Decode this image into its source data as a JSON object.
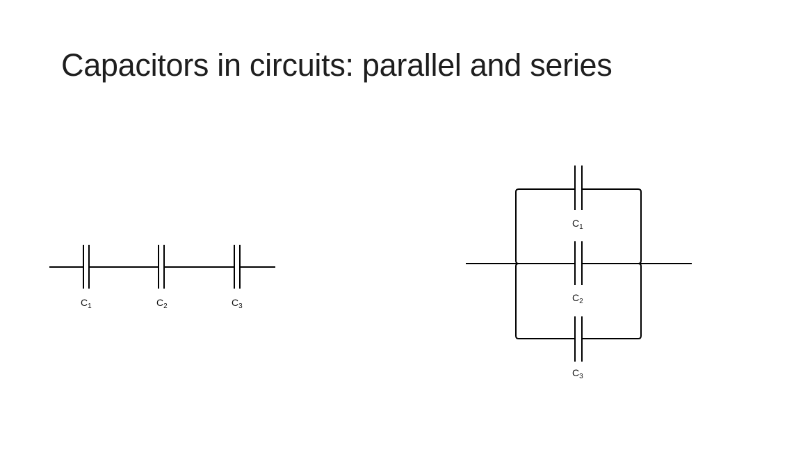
{
  "slide": {
    "title": "Capacitors in circuits: parallel and series"
  },
  "series_circuit": {
    "capacitors": [
      {
        "letter": "C",
        "index": "1"
      },
      {
        "letter": "C",
        "index": "2"
      },
      {
        "letter": "C",
        "index": "3"
      }
    ]
  },
  "parallel_circuit": {
    "capacitors": [
      {
        "letter": "C",
        "index": "1"
      },
      {
        "letter": "C",
        "index": "2"
      },
      {
        "letter": "C",
        "index": "3"
      }
    ]
  },
  "colors": {
    "wire": "#000000",
    "title": "#1e1e1e"
  }
}
